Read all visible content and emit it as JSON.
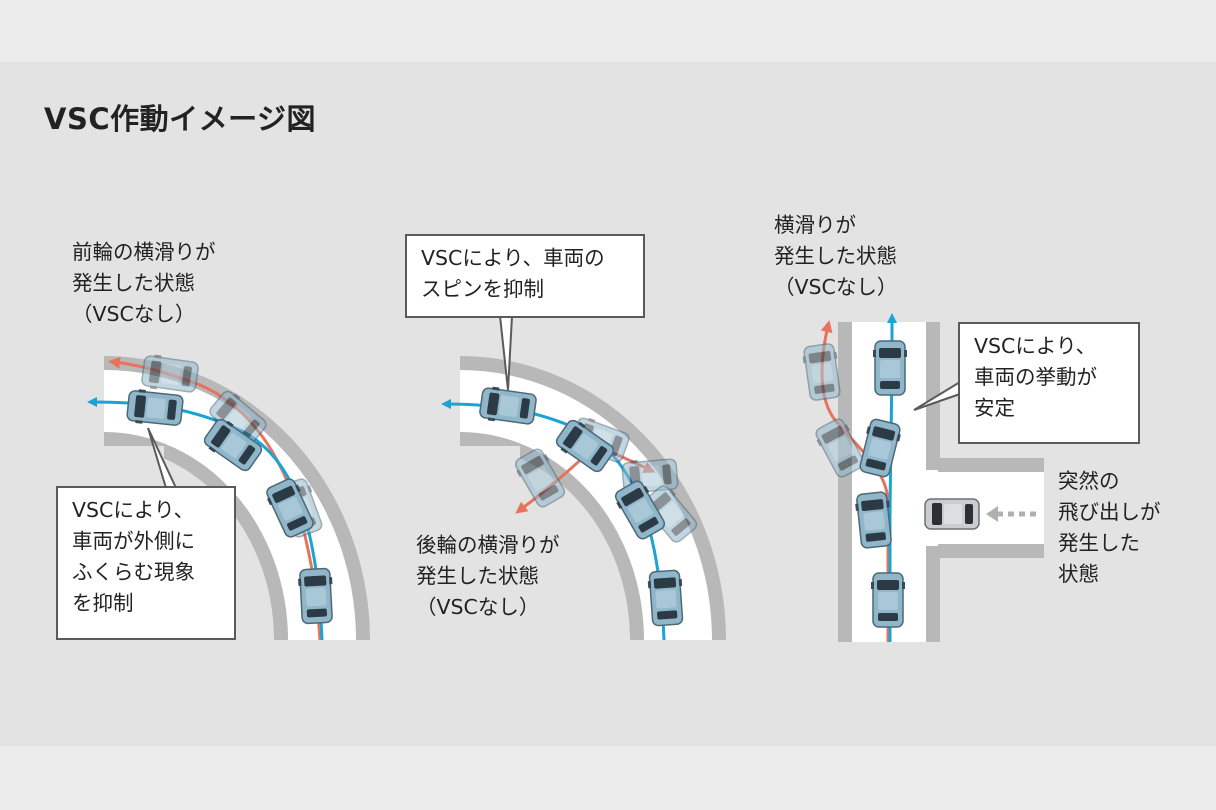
{
  "title": "VSC作動イメージ図",
  "colors": {
    "background": "#e3e3e3",
    "road": "#ffffff",
    "kerb": "#b8b8b8",
    "vsc_path": "#1aa3d6",
    "skid_path": "#e8735c",
    "car_body": "#8fb6c9"
  },
  "panels": [
    {
      "label_lines": [
        "前輪の横滑りが",
        "発生した状態",
        "（VSCなし）"
      ],
      "callout_lines": [
        "VSCにより、",
        "車両が外側に",
        "ふくらむ現象",
        "を抑制"
      ]
    },
    {
      "callout_lines": [
        "VSCにより、車両の",
        "スピンを抑制"
      ],
      "label_lines": [
        "後輪の横滑りが",
        "発生した状態",
        "（VSCなし）"
      ]
    },
    {
      "label_lines": [
        "横滑りが",
        "発生した状態",
        "（VSCなし）"
      ],
      "callout_lines": [
        "VSCにより、",
        "車両の挙動が",
        "安定"
      ],
      "side_lines": [
        "突然の",
        "飛び出しが",
        "発生した",
        "状態"
      ]
    }
  ]
}
